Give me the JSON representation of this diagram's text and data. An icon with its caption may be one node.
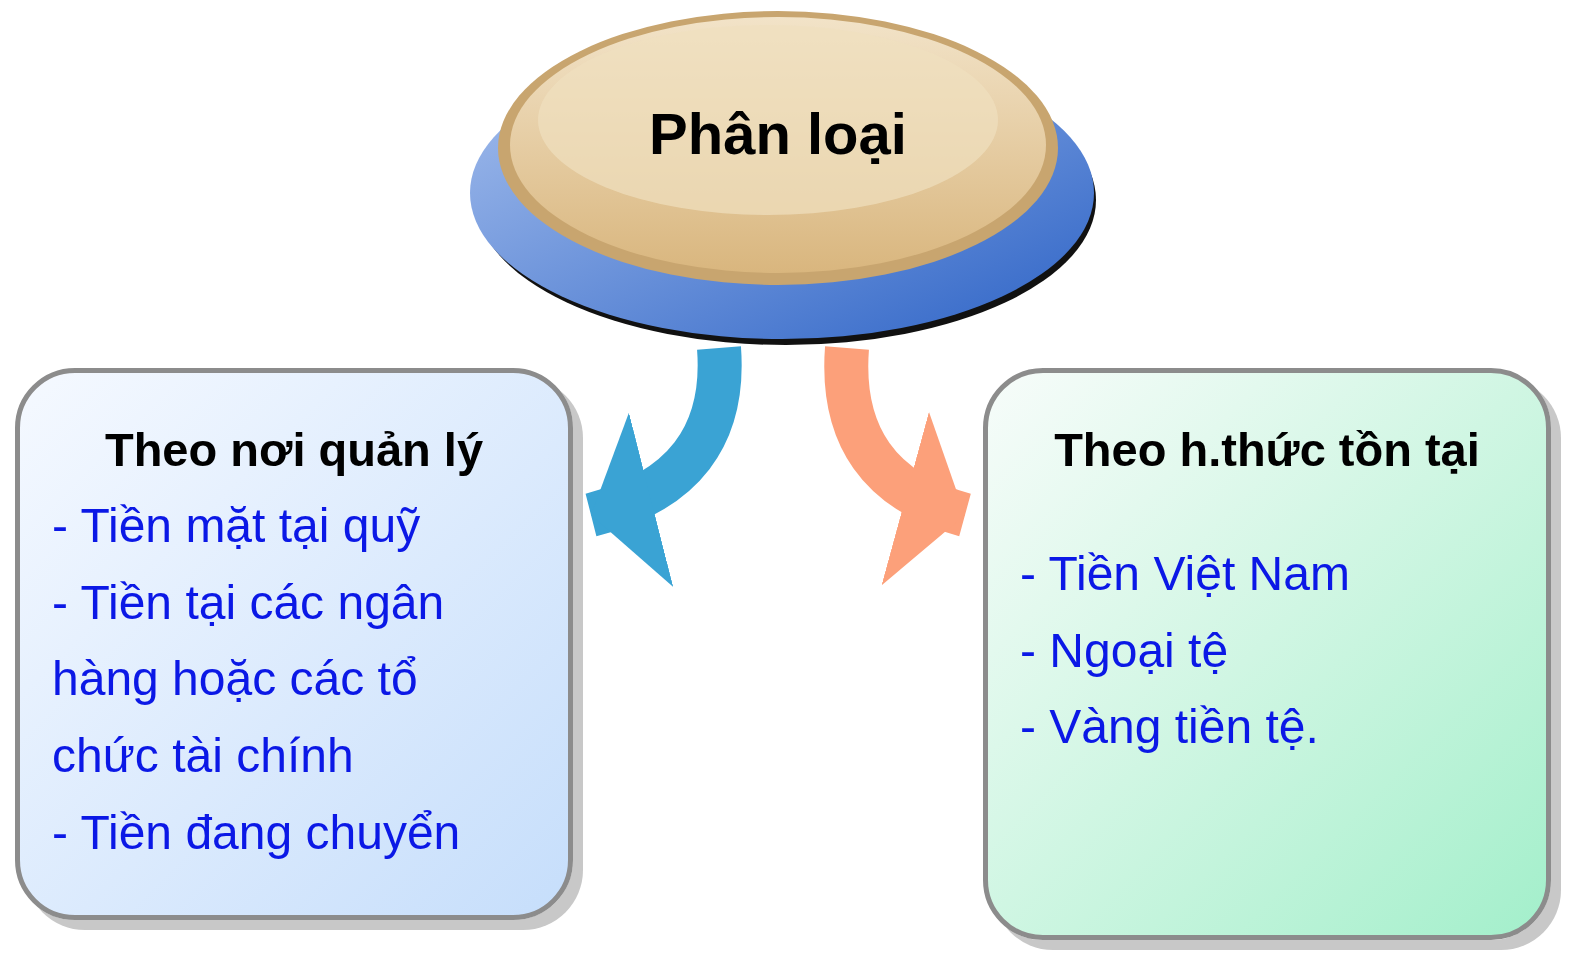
{
  "diagram": {
    "nodes": [
      {
        "text": [
          "Phân loại"
        ]
      },
      {
        "text": [
          "Theo nơi quản lý",
          "- Tiền mặt tại quỹ",
          "- Tiền tại các ngân hàng hoặc các tổ chức tài chính",
          "- Tiền đang chuyển"
        ]
      },
      {
        "text": [
          "Theo h.thức tồn tại",
          "- Tiền Việt Nam",
          "- Ngoại tệ",
          "- Vàng tiền tệ."
        ]
      }
    ],
    "edges": [
      {
        "from": 0,
        "to": 1,
        "arrow": "to",
        "color": "#3aa3d4"
      },
      {
        "from": 0,
        "to": 2,
        "arrow": "to",
        "color": "#fca07a"
      }
    ]
  }
}
